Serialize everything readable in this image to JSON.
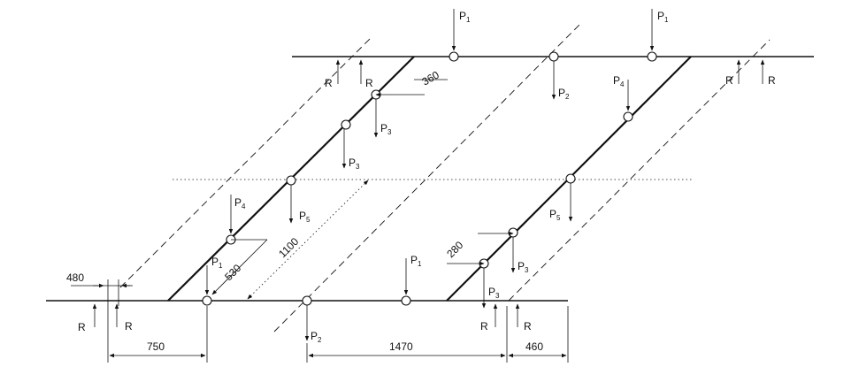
{
  "labels": {
    "p1": "P",
    "p1_sub": "1",
    "p2_sub": "2",
    "p3_sub": "3",
    "p4_sub": "4",
    "p5_sub": "5",
    "r": "R"
  },
  "dimensions": {
    "d360": "360",
    "d280": "280",
    "d1100": "1100",
    "d530": "530",
    "d480": "480",
    "d750": "750",
    "d1470": "1470",
    "d460": "460"
  }
}
